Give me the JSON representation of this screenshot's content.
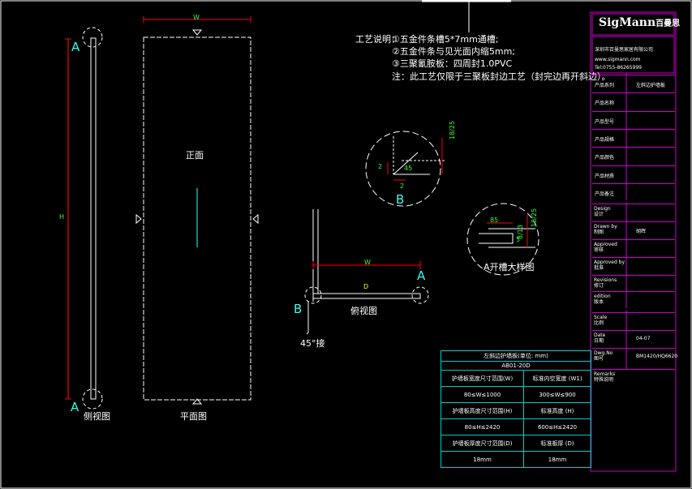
{
  "process_notes": {
    "title": "工艺说明：",
    "items": [
      "①五金件条槽5*7mm通槽;",
      "②五金件条与见光面内缩5mm;",
      "③三聚氰胺板：四周封1.0PVC"
    ],
    "note": "注：此工艺仅限于三聚板封边工艺（封完边再开斜边）。"
  },
  "views": {
    "side_label": "侧视图",
    "plan_label": "平面图",
    "front_label": "正面",
    "top_label": "俯视图",
    "detail_a_label": "A开槽大样图",
    "angle_label": "45°接",
    "section_marks": [
      "A",
      "A",
      "A",
      "B",
      "B"
    ]
  },
  "dimensions": {
    "W": "W",
    "H": "H",
    "D": "D",
    "d_2a": "2",
    "d_2b": "2",
    "d_45": "45",
    "d_18_255": "18/25",
    "d_85": "85",
    "d_5": "5",
    "d_8_13": "8/13",
    "d_18_25b": "18/25"
  },
  "title_block": {
    "brand": "SigMann",
    "brand_cn": "百曼思",
    "company": "深圳市百曼思家居有限公司",
    "web": "www.sigmann.com",
    "tel": "Tel:0755-86265999",
    "rows": [
      {
        "label": "产品系列",
        "value": "左斜边护墙板"
      },
      {
        "label": "产品名称",
        "value": ""
      },
      {
        "label": "产品型号",
        "value": ""
      },
      {
        "label": "产品规格",
        "value": ""
      },
      {
        "label": "产品颜色",
        "value": ""
      },
      {
        "label": "产品材质",
        "value": ""
      },
      {
        "label": "产品备注",
        "value": ""
      }
    ],
    "rows2": [
      {
        "label": "Design\n设计",
        "value": ""
      },
      {
        "label": "Drawn by\n制图",
        "value": "胡辉"
      },
      {
        "label": "Approved\n审核",
        "value": ""
      },
      {
        "label": "Approved by\n批准",
        "value": ""
      },
      {
        "label": "Revisions\n修订",
        "value": ""
      },
      {
        "label": "edition\n版本",
        "value": ""
      },
      {
        "label": "Scale\n比例",
        "value": ""
      },
      {
        "label": "Date\n日期",
        "value": "04-07"
      },
      {
        "label": "Dwg.No\n图号",
        "value": "BM1420/HQ6620"
      },
      {
        "label": "Remarks\n特殊说明",
        "value": ""
      }
    ]
  },
  "spec_table": {
    "title": "左斜边护墙板(单位: mm)",
    "code": "AB01-20D",
    "rows": [
      [
        "护墙板宽度尺寸范围(W)",
        "标准内空宽度 (W1)"
      ],
      [
        "80≤W≤1000",
        "300≤W≤900"
      ],
      [
        "护墙板高度尺寸范围(H)",
        "标准高度 (H)"
      ],
      [
        "80≤H≤2420",
        "600≤H≤2420"
      ],
      [
        "护墙板厚度尺寸范围(D)",
        "标准板厚 (D)"
      ],
      [
        "18mm",
        "18mm"
      ]
    ]
  }
}
